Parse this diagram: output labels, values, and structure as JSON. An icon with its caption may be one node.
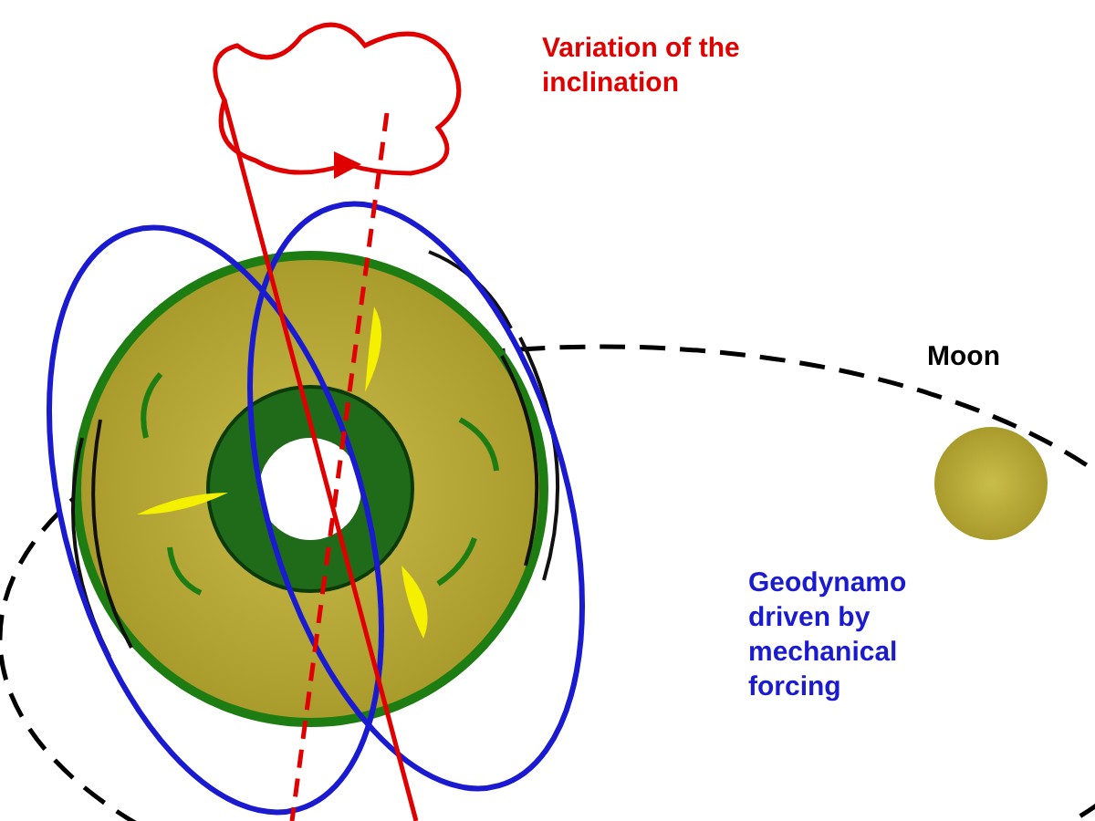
{
  "diagram": {
    "labels": [
      "Variation of the inclination",
      "Moon",
      "Geodynamo driven by mechanical forcing"
    ]
  }
}
